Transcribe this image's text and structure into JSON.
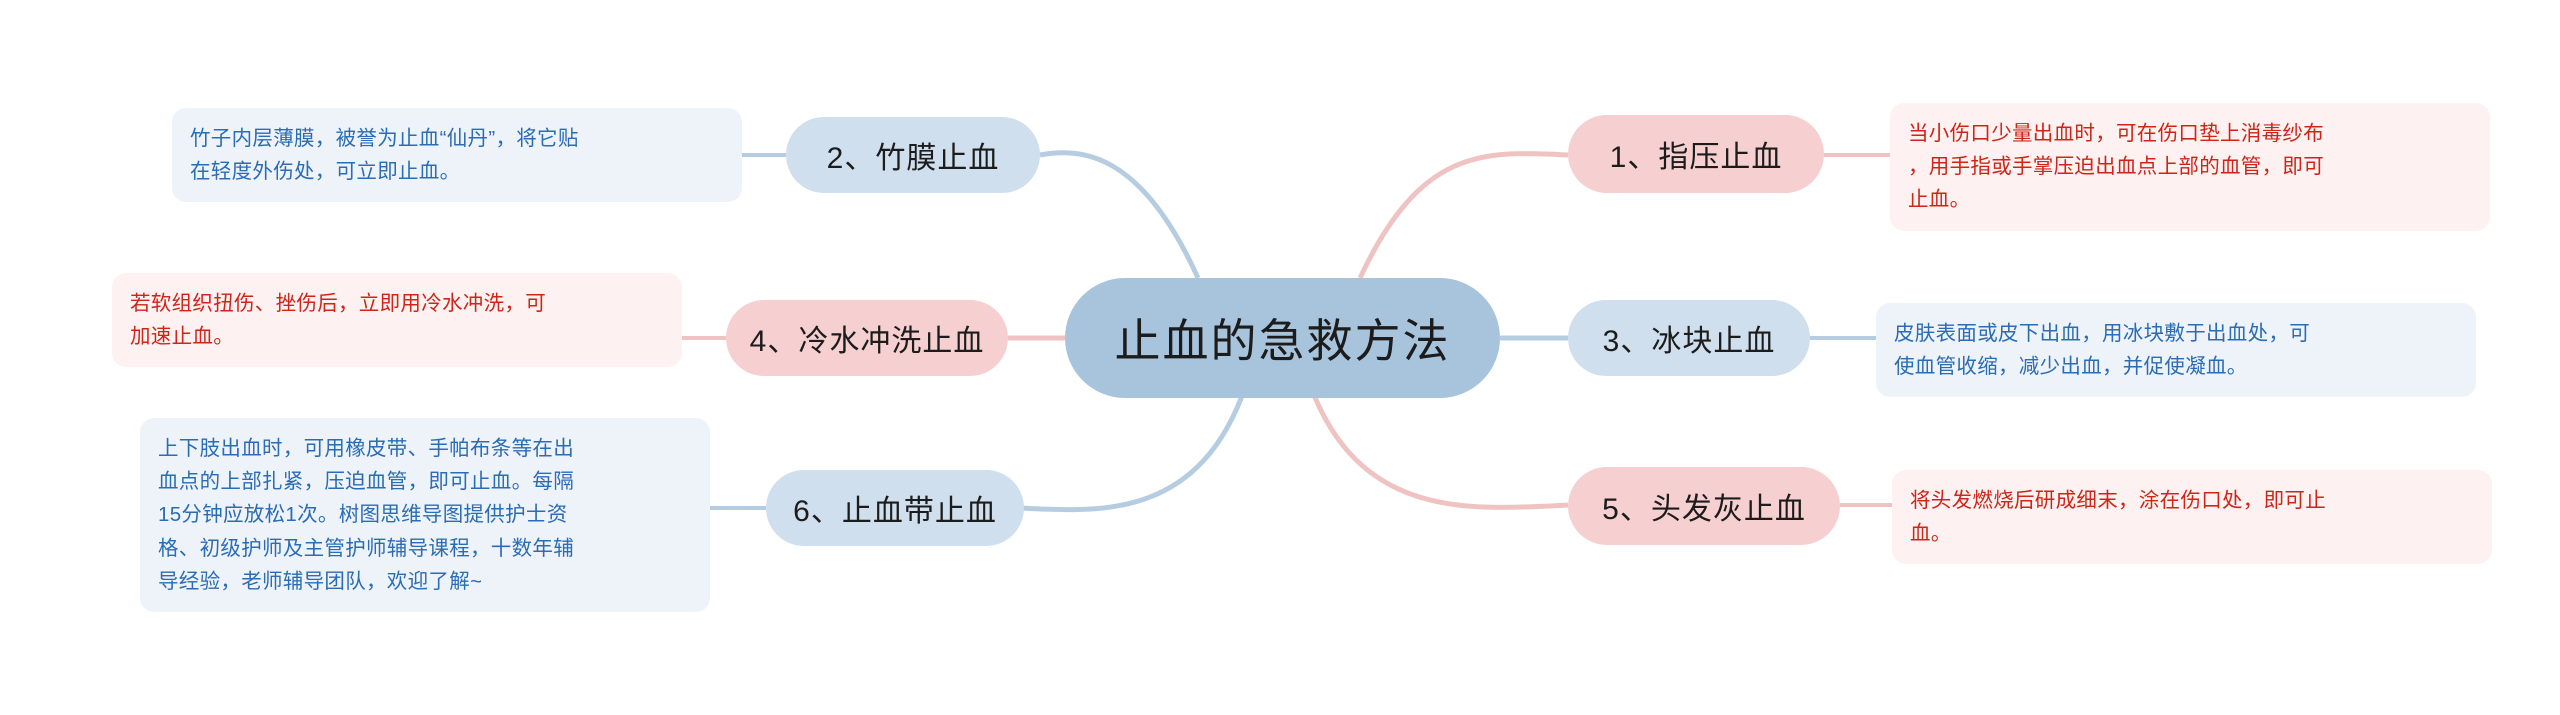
{
  "diagram": {
    "type": "mind-map",
    "title": "止血的急救方法",
    "center": {
      "label": "止血的急救方法",
      "color": "#a8c4dd"
    },
    "colors": {
      "center_fill": "#a8c4dd",
      "blue_node_fill": "#cfdfee",
      "pink_node_fill": "#f6cfd1",
      "blue_note_fill": "#eef3f9",
      "pink_note_fill": "#fdf2f1",
      "blue_note_text": "#2a6cb5",
      "pink_note_text": "#cf2418",
      "blue_link": "#b6cde1",
      "pink_link": "#f0c3c3"
    },
    "branches": [
      {
        "id": "branch-1",
        "side": "right",
        "label": "1、指压止血",
        "style": "pink",
        "note": "当小伤口少量出血时，可在伤口垫上消毒纱布，用手指或手掌压迫出血点上部的血管，即可止血。"
      },
      {
        "id": "branch-3",
        "side": "right",
        "label": "3、冰块止血",
        "style": "blue",
        "note": "皮肤表面或皮下出血，用冰块敷于出血处，可使血管收缩，减少出血，并促使凝血。"
      },
      {
        "id": "branch-5",
        "side": "right",
        "label": "5、头发灰止血",
        "style": "pink",
        "note": "将头发燃烧后研成细末，涂在伤口处，即可止血。"
      },
      {
        "id": "branch-2",
        "side": "left",
        "label": "2、竹膜止血",
        "style": "blue",
        "note": "竹子内层薄膜，被誉为止血“仙丹”，将它贴在轻度外伤处，可立即止血。"
      },
      {
        "id": "branch-4",
        "side": "left",
        "label": "4、冷水冲洗止血",
        "style": "pink",
        "note": "若软组织扭伤、挫伤后，立即用冷水冲洗，可加速止血。"
      },
      {
        "id": "branch-6",
        "side": "left",
        "label": "6、止血带止血",
        "style": "blue",
        "note": "上下肢出血时，可用橡皮带、手帕布条等在出血点的上部扎紧，压迫血管，即可止血。每隔15分钟应放松1次。树图思维导图提供护士资格、初级护师及主管护师辅导课程，十数年辅导经验，老师辅导团队，欢迎了解~"
      }
    ],
    "notes_lines": {
      "note_1": [
        "当小伤口少量出血时，可在伤口垫上消毒纱布",
        "，用手指或手掌压迫出血点上部的血管，即可",
        "止血。"
      ],
      "note_3": [
        "皮肤表面或皮下出血，用冰块敷于出血处，可",
        "使血管收缩，减少出血，并促使凝血。"
      ],
      "note_5": [
        "将头发燃烧后研成细末，涂在伤口处，即可止",
        "血。"
      ],
      "note_2": [
        "竹子内层薄膜，被誉为止血“仙丹”，将它贴",
        "在轻度外伤处，可立即止血。"
      ],
      "note_4": [
        "若软组织扭伤、挫伤后，立即用冷水冲洗，可",
        "加速止血。"
      ],
      "note_6": [
        "上下肢出血时，可用橡皮带、手帕布条等在出",
        "血点的上部扎紧，压迫血管，即可止血。每隔",
        "15分钟应放松1次。树图思维导图提供护士资",
        "格、初级护师及主管护师辅导课程，十数年辅",
        "导经验，老师辅导团队，欢迎了解~"
      ]
    }
  }
}
